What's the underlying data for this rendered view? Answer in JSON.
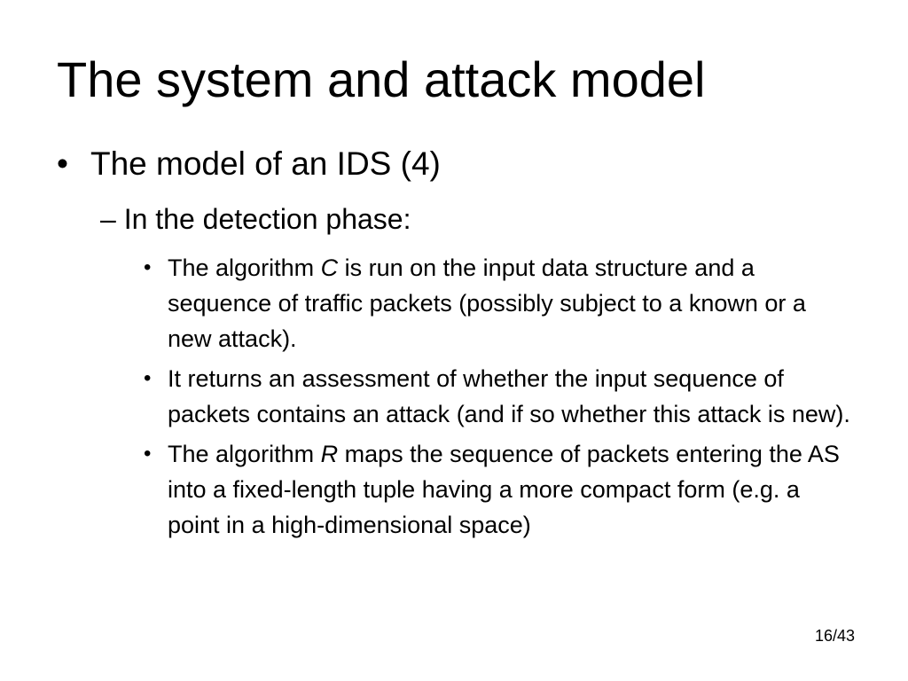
{
  "slide": {
    "title": "The system and attack model",
    "bullet_marker": "•",
    "level1": "The model of an IDS (4)",
    "level2": "– In the detection phase:",
    "level3": [
      {
        "before": "The algorithm ",
        "italic": "C",
        "after": " is run on the input data structure and a sequence of traffic packets (possibly subject to a known or a new attack)."
      },
      {
        "before": "It returns an assessment of whether the input sequence of packets contains an attack (and if so whether this attack is new).",
        "italic": "",
        "after": ""
      },
      {
        "before": "The algorithm ",
        "italic": "R",
        "after": " maps the sequence of packets entering the AS into a fixed-length tuple having a more compact form (e.g. a point in a high-dimensional space)"
      }
    ],
    "page_number": "16/43"
  }
}
